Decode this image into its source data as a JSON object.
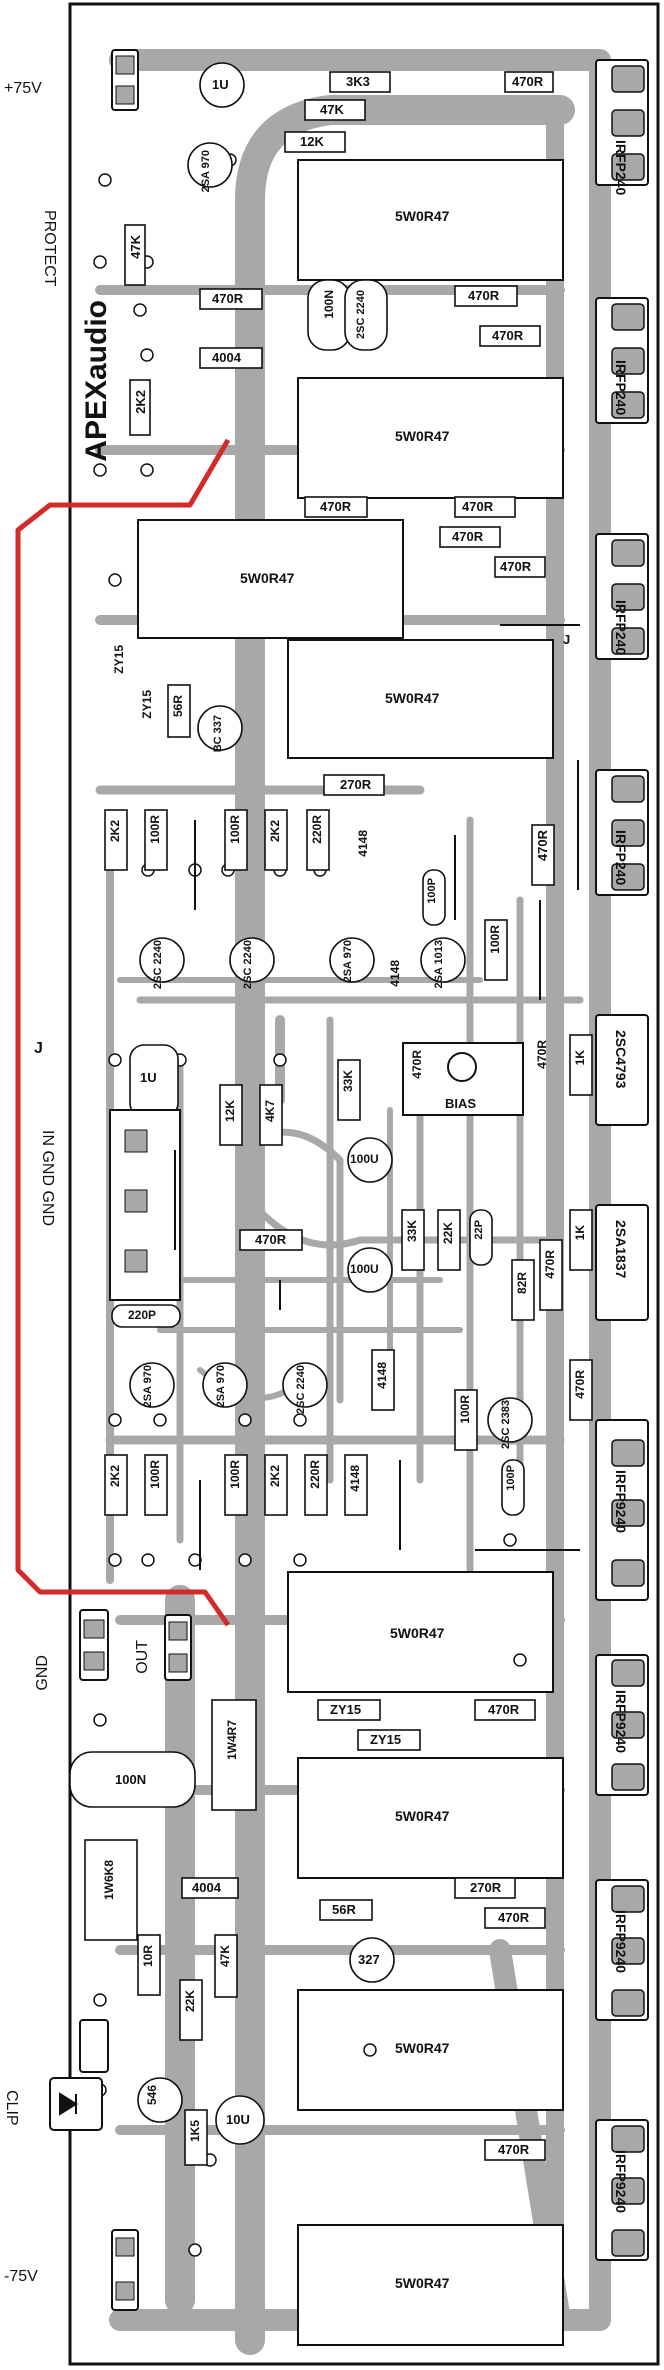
{
  "labels": {
    "plus75": "+75V",
    "minus75": "-75V",
    "protect": "PROTECT",
    "gnd": "GND",
    "out": "OUT",
    "clip": "CLIP",
    "in_gnd": "IN GND GND",
    "wire_j": "J",
    "brand": "APEXaudio"
  },
  "transistors": {
    "t1": "IRFP240",
    "t2": "IRFP240",
    "t3": "IRFP240",
    "t4": "IRFP240",
    "t5": "IRFP9240",
    "t6": "IRFP9240",
    "t7": "IRFP9240",
    "t8": "IRFP9240",
    "drv1": "2SC4793",
    "drv2": "2SA1837"
  },
  "resistors_5w": [
    "5W0R47",
    "5W0R47",
    "5W0R47",
    "5W0R47",
    "5W0R47",
    "5W0R47",
    "5W0R47",
    "5W0R47"
  ],
  "parts": {
    "r3k3": "3K3",
    "r47k_top": "47K",
    "r12k_top": "12K",
    "r47k_v": "47K",
    "r2k2_top": "2K2",
    "c1u_top": "1U",
    "q2sa970_top": "2SA 970",
    "r470_1": "470R",
    "r470_2": "470R",
    "r470_3": "470R",
    "r470_4": "470R",
    "r470_5": "470R",
    "r470_6": "470R",
    "r470_7": "470R",
    "r470_8": "470R",
    "r470_9": "470R",
    "d4004_top": "4004",
    "c100n_top": "100N",
    "q2sc2240_top": "2SC 2240",
    "zy15_a": "ZY15",
    "zy15_b": "ZY15",
    "r56_top": "56R",
    "bc337": "BC 337",
    "r270_top": "270R",
    "j": "J"
  },
  "mid": {
    "r2k2_a": "2K2",
    "r100_a": "100R",
    "r100_b": "100R",
    "r2k2_b": "2K2",
    "r220_a": "220R",
    "d4148_a": "4148",
    "c100p_a": "100P",
    "r100_c": "100R",
    "q2sc2240_a": "2SC 2240",
    "q2sc2240_b": "2SC 2240",
    "q2sa970_a": "2SA 970",
    "d4148_b": "4148",
    "q2sa1013": "2SA 1013",
    "r470_v": "470R",
    "r1k_a": "1K",
    "c1u_mid": "1U",
    "r12k": "12K",
    "r4k7": "4K7",
    "r33k_a": "33K",
    "pot470": "470R",
    "bias": "BIAS",
    "c100u_a": "100U",
    "c100u_b": "100U",
    "r470_mid": "470R",
    "r33k_b": "33K",
    "r22k": "22K",
    "c22p": "22P",
    "r1k_b": "1K",
    "r470_mid2": "470R",
    "r82": "82R",
    "c220p": "220P",
    "q2sa970_b": "2SA 970",
    "q2sa970_c": "2SA 970",
    "q2sc2240_c": "2SC 2240",
    "d4148_c": "4148",
    "r100_d": "100R",
    "q2sc2383": "2SC 2383",
    "r470_v2": "470R",
    "c100p_b": "100P",
    "r2k2_c": "2K2",
    "r100_e": "100R",
    "r100_f": "100R",
    "r2k2_d": "2K2",
    "r220_b": "220R",
    "d4148_d": "4148"
  },
  "bottom": {
    "r470_a": "470R",
    "zy15_c": "ZY15",
    "zy15_d": "ZY15",
    "c100n": "100N",
    "r1w4r7": "1W4R7",
    "r1w6k8": "1W6K8",
    "d4004": "4004",
    "r270": "270R",
    "r56": "56R",
    "r470_b": "470R",
    "q327": "327",
    "r10": "10R",
    "r47k": "47K",
    "r22k": "22K",
    "q546": "546",
    "c10u": "10U",
    "r1k5": "1K5",
    "r470_c": "470R"
  }
}
